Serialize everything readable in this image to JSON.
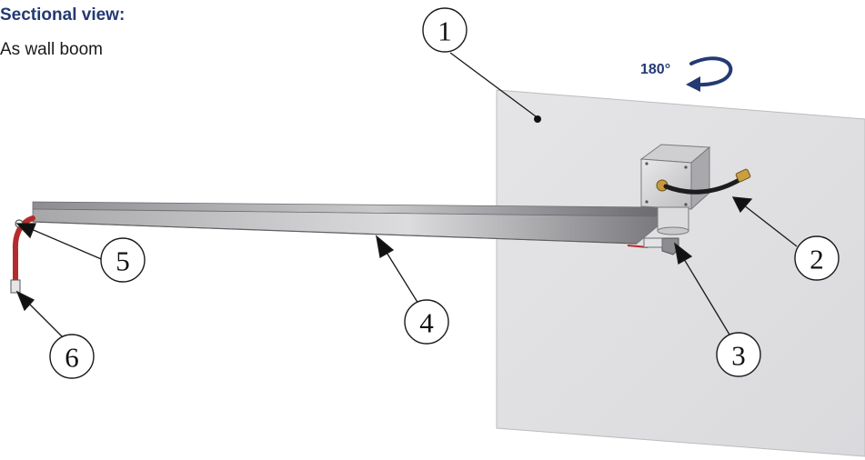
{
  "heading": "Sectional view:",
  "subheading": "As wall boom",
  "rotation_label": "180°",
  "callouts": [
    {
      "id": "1",
      "number": "1"
    },
    {
      "id": "2",
      "number": "2"
    },
    {
      "id": "3",
      "number": "3"
    },
    {
      "id": "4",
      "number": "4"
    },
    {
      "id": "5",
      "number": "5"
    },
    {
      "id": "6",
      "number": "6"
    }
  ],
  "colors": {
    "heading": "#233a73",
    "arrow": "#233a73",
    "wall": "#e2e2e4",
    "boom": "#9a9a9e",
    "hose": "#b52b2b"
  }
}
